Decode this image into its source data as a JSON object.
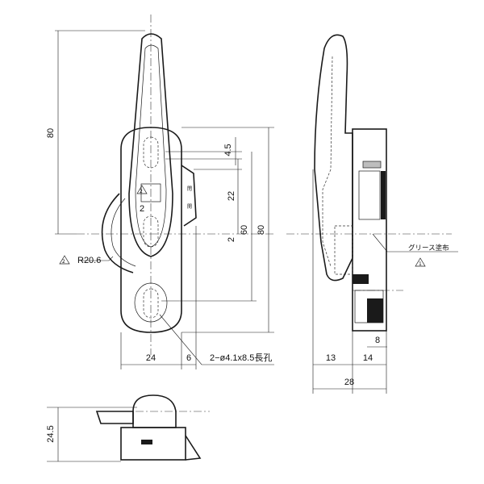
{
  "dimensions": {
    "front_height": "80",
    "slot_pitch": "4.5",
    "offset_22": "22",
    "offset_2": "2",
    "offset_2_left": "2",
    "height_60": "60",
    "height_80_right": "80",
    "radius": "R20.6",
    "width_24": "24",
    "width_6": "6",
    "holes": "2−ø4.1x8.5長孔",
    "side_13": "13",
    "side_14": "14",
    "side_8": "8",
    "side_28": "28",
    "bottom_height": "24.5"
  },
  "notes": {
    "grease": "グリース塗布",
    "warning_mark_1": "2",
    "warning_mark_2": "2",
    "warning_mark_3": "1"
  },
  "marks": {
    "front_lock_label": "閉",
    "front_open_label": "開"
  }
}
